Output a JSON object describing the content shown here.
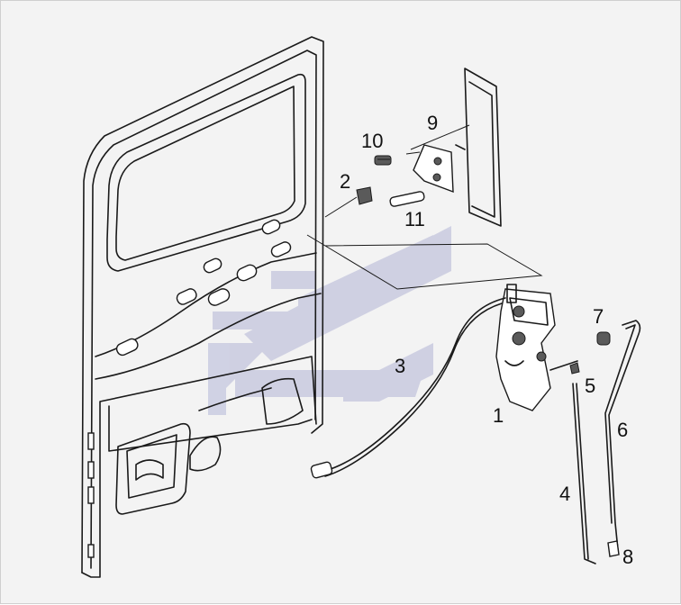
{
  "diagram": {
    "callouts": [
      {
        "id": "c1",
        "text": "1"
      },
      {
        "id": "c2",
        "text": "2"
      },
      {
        "id": "c3",
        "text": "3"
      },
      {
        "id": "c4",
        "text": "4"
      },
      {
        "id": "c5",
        "text": "5"
      },
      {
        "id": "c6",
        "text": "6"
      },
      {
        "id": "c7",
        "text": "7"
      },
      {
        "id": "c8",
        "text": "8"
      },
      {
        "id": "c9",
        "text": "9"
      },
      {
        "id": "c10",
        "text": "10"
      },
      {
        "id": "c11",
        "text": "11"
      }
    ],
    "colors": {
      "background": "#f3f3f3",
      "line": "#1a1a1a",
      "watermark": "#c9cbe0"
    }
  }
}
